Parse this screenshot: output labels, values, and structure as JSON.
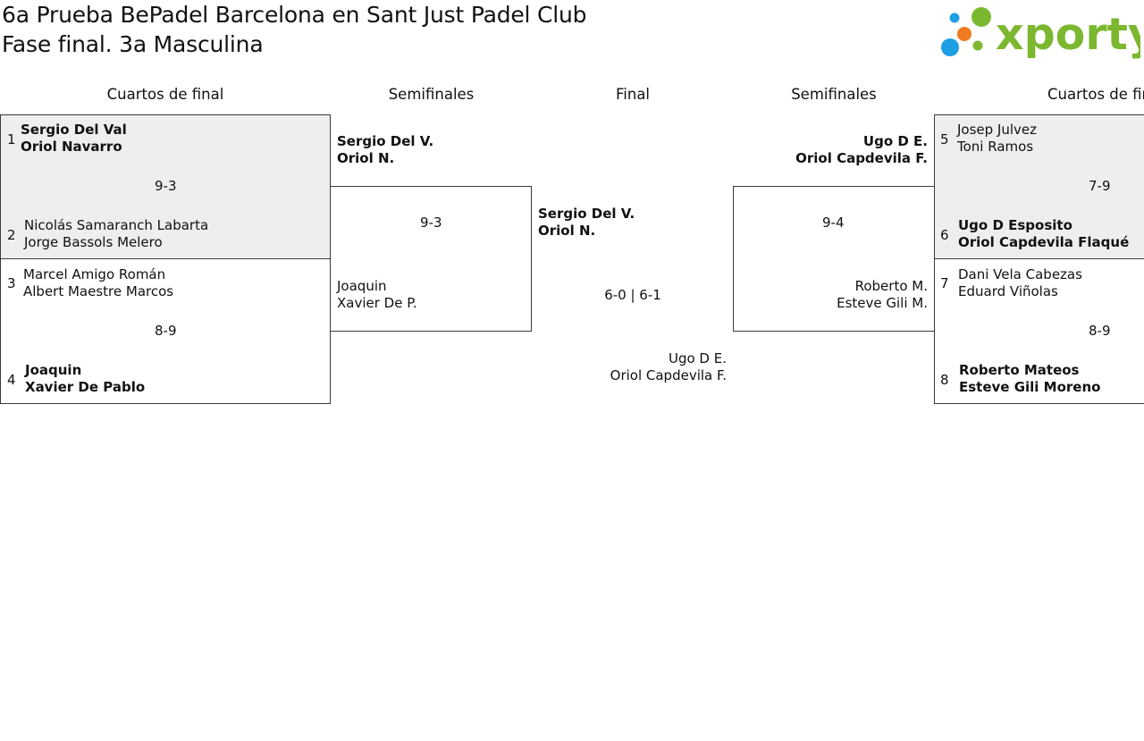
{
  "header": {
    "title": "6a Prueba BePadel Barcelona en Sant Just Padel Club",
    "subtitle": "Fase final. 3a Masculina"
  },
  "logo": {
    "text": "xporty",
    "colors": {
      "blue": "#1e9fe3",
      "orange": "#f07a1f",
      "green": "#7cb82f"
    }
  },
  "rounds": {
    "left_qf": "Cuartos de final",
    "left_sf": "Semifinales",
    "final": "Final",
    "right_sf": "Semifinales",
    "right_qf": "Cuartos de fin"
  },
  "quarterfinals": [
    {
      "top_seed": "1",
      "top_p1": "Sergio Del Val",
      "top_p2": "Oriol Navarro",
      "score": "9-3",
      "bottom_seed": "2",
      "bottom_p1": "Nicolás Samaranch Labarta",
      "bottom_p2": "Jorge Bassols Melero"
    },
    {
      "top_seed": "3",
      "top_p1": "Marcel Amigo Román",
      "top_p2": "Albert Maestre Marcos",
      "score": "8-9",
      "bottom_seed": "4",
      "bottom_p1": "Joaquin",
      "bottom_p2": "Xavier De Pablo"
    },
    {
      "top_seed": "5",
      "top_p1": "Josep Julvez",
      "top_p2": "Toni Ramos",
      "score": "7-9",
      "bottom_seed": "6",
      "bottom_p1": "Ugo D Esposito",
      "bottom_p2": "Oriol Capdevila Flaqué"
    },
    {
      "top_seed": "7",
      "top_p1": "Dani Vela Cabezas",
      "top_p2": "Eduard Viñolas",
      "score": "8-9",
      "bottom_seed": "8",
      "bottom_p1": "Roberto Mateos",
      "bottom_p2": "Esteve Gili Moreno"
    }
  ],
  "semifinals": [
    {
      "top_p1": "Sergio Del V.",
      "top_p2": "Oriol N.",
      "score": "9-3",
      "bottom_p1": "Joaquin",
      "bottom_p2": "Xavier De P."
    },
    {
      "top_p1": "Ugo D E.",
      "top_p2": "Oriol Capdevila F.",
      "score": "9-4",
      "bottom_p1": "Roberto M.",
      "bottom_p2": "Esteve Gili M."
    }
  ],
  "final": {
    "top_p1": "Sergio Del V.",
    "top_p2": "Oriol N.",
    "score": "6-0 | 6-1",
    "bottom_p1": "Ugo D E.",
    "bottom_p2": "Oriol Capdevila F."
  }
}
